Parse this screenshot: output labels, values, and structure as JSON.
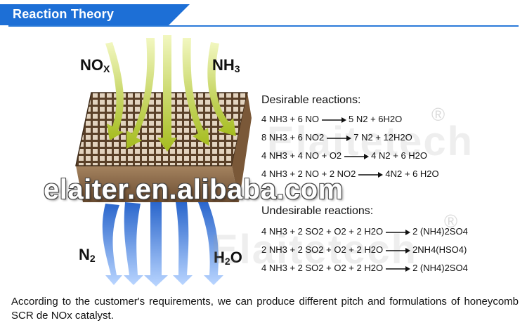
{
  "header": {
    "title": "Reaction Theory"
  },
  "diagram": {
    "inlet_labels": {
      "left": {
        "main": "NO",
        "sub": "X"
      },
      "right": {
        "main": "NH",
        "sub": "3"
      }
    },
    "outlet_labels": {
      "left": {
        "main": "N",
        "sub": "2"
      },
      "right": {
        "main": "H",
        "sub": "2",
        "tail": "O"
      }
    },
    "colors": {
      "inlet_arrow": "#c8d84a",
      "outlet_arrow": "#2f6fd0",
      "honeycomb": "#8a6a4a"
    }
  },
  "watermarks": {
    "url": "elaiter.en.alibaba.com",
    "brand": "Elaitetech",
    "mark": "®"
  },
  "desirable": {
    "heading": "Desirable reactions:",
    "reactions": [
      {
        "left": "4 NH3 + 6 NO",
        "right": "5 N2 + 6H2O"
      },
      {
        "left": "8 NH3 + 6 NO2",
        "right": "7 N2 + 12H2O"
      },
      {
        "left": "4 NH3 + 4 NO + O2",
        "right": "4 N2 + 6 H2O"
      },
      {
        "left": "4 NH3 + 2 NO + 2 NO2",
        "right": "4N2 + 6 H2O"
      }
    ]
  },
  "undesirable": {
    "heading": "Undesirable reactions:",
    "reactions": [
      {
        "left": "4 NH3 + 2 SO2 + O2 + 2 H2O",
        "right": "2 (NH4)2SO4"
      },
      {
        "left": "2 NH3 + 2 SO2 + O2 + 2 H2O",
        "right": "2NH4(HSO4)"
      },
      {
        "left": "4 NH3 + 2 SO2 + O2 + 2 H2O",
        "right": "2 (NH4)2SO4"
      }
    ]
  },
  "footer": {
    "text": "According to the customer's requirements, we can produce different pitch and formulations of honeycomb SCR de NOx catalyst."
  }
}
